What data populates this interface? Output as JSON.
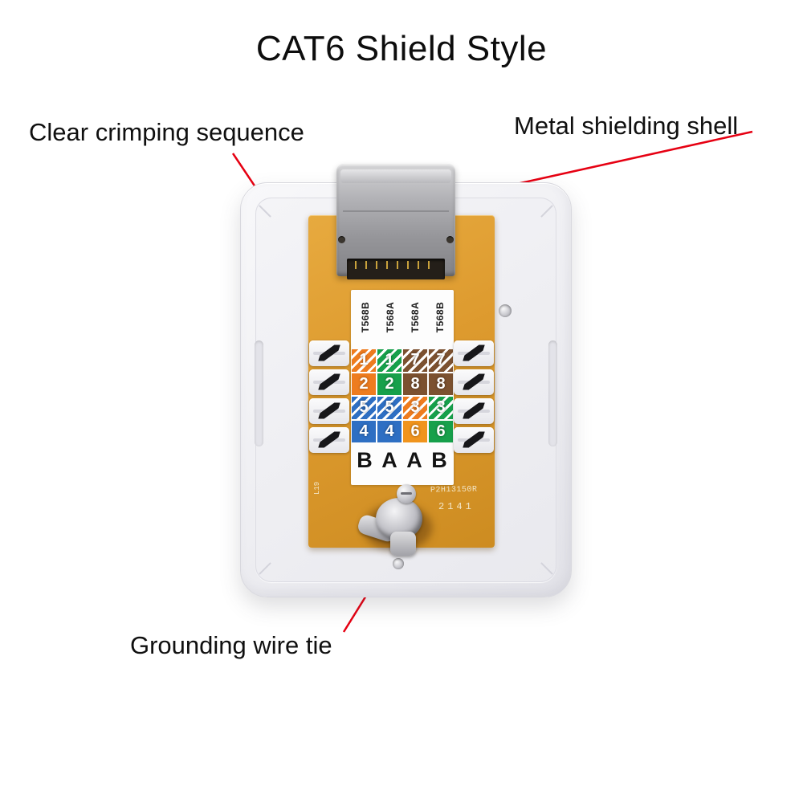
{
  "title": "CAT6 Shield Style",
  "callouts": {
    "crimping_sequence": "Clear crimping sequence",
    "shielding_shell": "Metal shielding shell",
    "grounding_tie": "Grounding wire tie"
  },
  "jack_label": {
    "column_headers": [
      "T568B",
      "T568A",
      "T568A",
      "T568B"
    ],
    "bottom_letters": [
      "B",
      "A",
      "A",
      "B"
    ],
    "cells": [
      {
        "pin": "1",
        "color": "#ee7c1f",
        "striped": true
      },
      {
        "pin": "1",
        "color": "#17a04b",
        "striped": true
      },
      {
        "pin": "7",
        "color": "#7c5130",
        "striped": true
      },
      {
        "pin": "7",
        "color": "#7c5130",
        "striped": true
      },
      {
        "pin": "2",
        "color": "#ee7c1f",
        "striped": false
      },
      {
        "pin": "2",
        "color": "#17a04b",
        "striped": false
      },
      {
        "pin": "8",
        "color": "#7c5130",
        "striped": false
      },
      {
        "pin": "8",
        "color": "#7c5130",
        "striped": false
      },
      {
        "pin": "5",
        "color": "#2e6fc3",
        "striped": true
      },
      {
        "pin": "5",
        "color": "#2e6fc3",
        "striped": true
      },
      {
        "pin": "3",
        "color": "#ee7c1f",
        "striped": true
      },
      {
        "pin": "3",
        "color": "#17a04b",
        "striped": true
      },
      {
        "pin": "4",
        "color": "#2e6fc3",
        "striped": false
      },
      {
        "pin": "4",
        "color": "#2e6fc3",
        "striped": false
      },
      {
        "pin": "6",
        "color": "#f0941d",
        "striped": false
      },
      {
        "pin": "6",
        "color": "#17a04b",
        "striped": false
      }
    ]
  },
  "pcb_markings": {
    "part_number": "P2H13150R",
    "date_code": "2141",
    "side_code": "L19"
  },
  "palette": {
    "annotation_red": "#e60012",
    "pcb_orange": "#dd9a2e",
    "plate_gray": "#f1f1f4",
    "shell_gray": "#a7a7ab",
    "label_white": "#fdfdfd"
  }
}
